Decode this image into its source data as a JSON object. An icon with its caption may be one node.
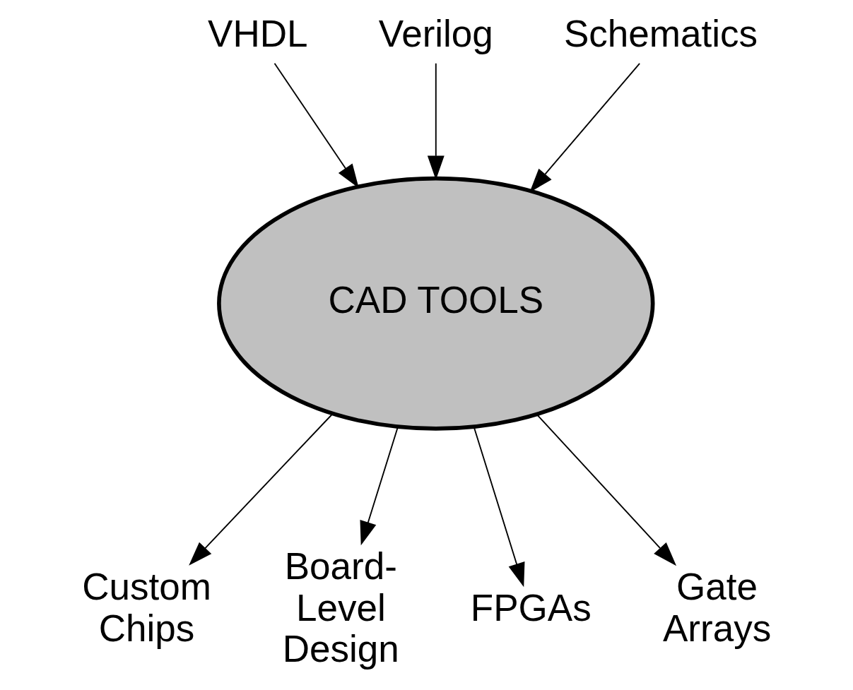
{
  "diagram": {
    "nodes": [
      {
        "text": [
          "VHDL"
        ]
      },
      {
        "text": [
          "Verilog"
        ]
      },
      {
        "text": [
          "Schematics"
        ]
      },
      {
        "text": [
          "CAD TOOLS"
        ]
      },
      {
        "text": [
          "Custom Chips"
        ]
      },
      {
        "text": [
          "Board- Level Design"
        ]
      },
      {
        "text": [
          "FPGAs"
        ]
      },
      {
        "text": [
          "Gate Arrays"
        ]
      }
    ],
    "edges": [
      {
        "from": 0,
        "to": 3,
        "arrow": "to"
      },
      {
        "from": 1,
        "to": 3,
        "arrow": "to"
      },
      {
        "from": 2,
        "to": 3,
        "arrow": "to"
      },
      {
        "from": 3,
        "to": 4,
        "arrow": "to"
      },
      {
        "from": 3,
        "to": 5,
        "arrow": "to"
      },
      {
        "from": 3,
        "to": 6,
        "arrow": "to"
      },
      {
        "from": 3,
        "to": 7,
        "arrow": "to"
      }
    ]
  }
}
